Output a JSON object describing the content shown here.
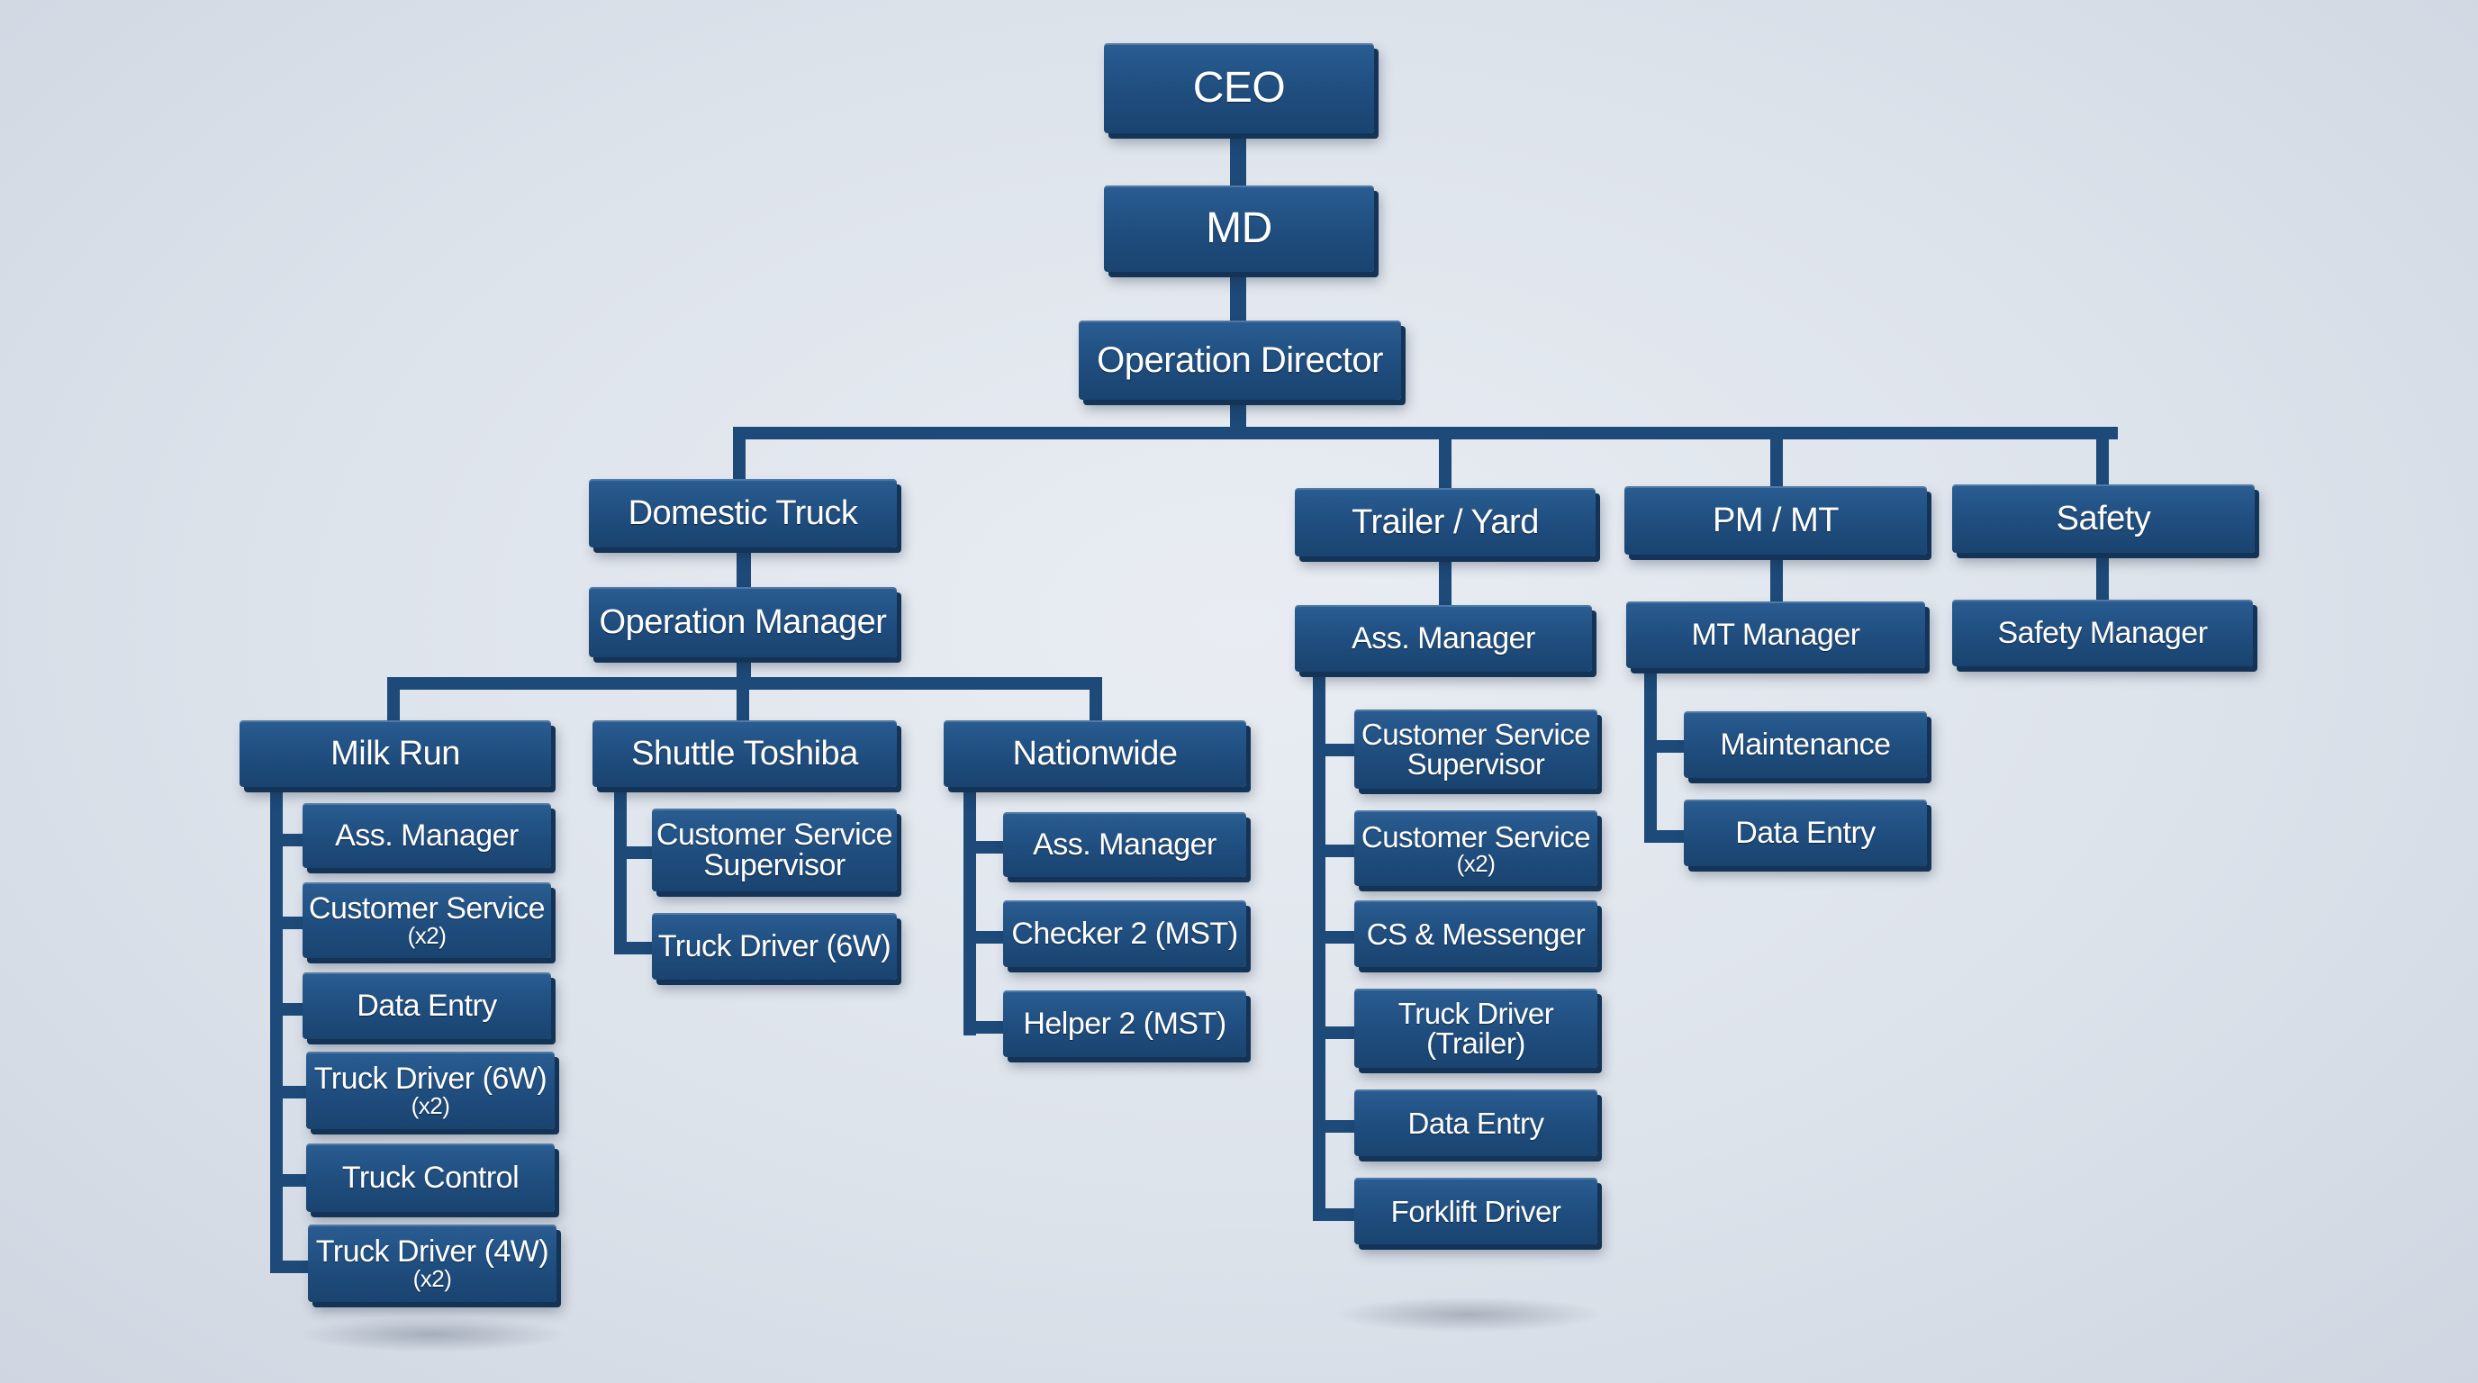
{
  "nodes": {
    "ceo": "CEO",
    "md": "MD",
    "op_director": "Operation Director",
    "domestic_truck": "Domestic Truck",
    "operation_manager": "Operation Manager",
    "milk_run": "Milk Run",
    "mr_ass_manager": "Ass. Manager",
    "mr_customer_service": "Customer Service",
    "mr_customer_service_qty": "(x2)",
    "mr_data_entry": "Data Entry",
    "mr_truck_driver_6w": "Truck Driver (6W)",
    "mr_truck_driver_6w_qty": "(x2)",
    "mr_truck_control": "Truck Control",
    "mr_truck_driver_4w": "Truck Driver (4W)",
    "mr_truck_driver_4w_qty": "(x2)",
    "shuttle_toshiba": "Shuttle Toshiba",
    "st_cs_supervisor_line1": "Customer Service",
    "st_cs_supervisor_line2": "Supervisor",
    "st_truck_driver_6w": "Truck Driver (6W)",
    "nationwide": "Nationwide",
    "nw_ass_manager": "Ass. Manager",
    "nw_checker": "Checker 2 (MST)",
    "nw_helper": "Helper 2 (MST)",
    "trailer_yard": "Trailer / Yard",
    "ty_ass_manager": "Ass. Manager",
    "ty_cs_supervisor_line1": "Customer Service",
    "ty_cs_supervisor_line2": "Supervisor",
    "ty_customer_service": "Customer Service",
    "ty_customer_service_qty": "(x2)",
    "ty_cs_messenger": "CS & Messenger",
    "ty_truck_driver_line1": "Truck Driver",
    "ty_truck_driver_line2": "(Trailer)",
    "ty_data_entry": "Data Entry",
    "ty_forklift_driver": "Forklift Driver",
    "pm_mt": "PM / MT",
    "mt_manager": "MT Manager",
    "pm_maintenance": "Maintenance",
    "pm_data_entry": "Data Entry",
    "safety": "Safety",
    "safety_manager": "Safety Manager"
  },
  "colors": {
    "box_fill": "#1f4d7e",
    "box_edge": "#133457",
    "connector": "#1d4a79",
    "text": "#ffffff",
    "background": "#dde3eb"
  }
}
